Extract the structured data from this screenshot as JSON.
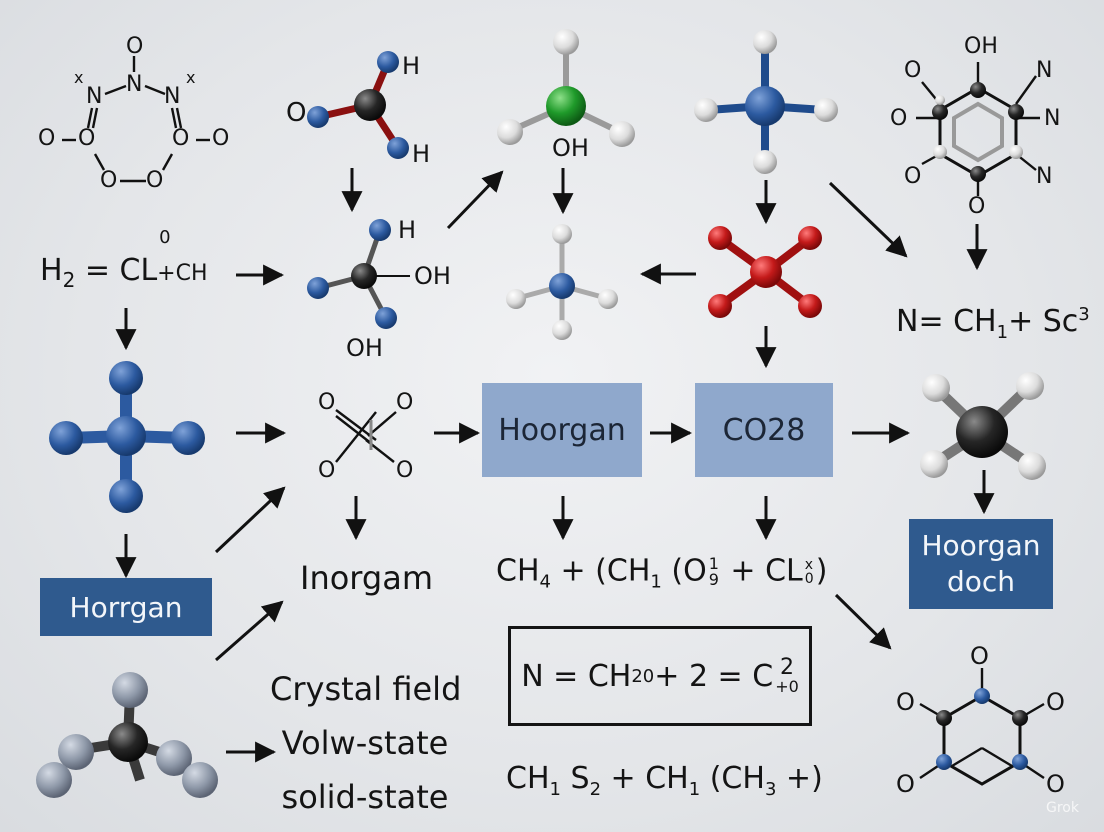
{
  "equations": {
    "h2_cl": {
      "main": "H",
      "sub": "2",
      "rest": " = CL",
      "sup": "0",
      "tail_sub": "+CH"
    },
    "n_ch_sc": {
      "main": "N= CH",
      "sub": "1",
      "rest": "+ Sc",
      "sup": "3"
    },
    "ch4_mix": {
      "a": "CH",
      "a_sub": "4",
      "b": " + (CH",
      "b_sub": "1",
      "c": " (O",
      "c_sup": "1",
      "c_sub": "9",
      "d": " + CL",
      "d_sup": "x",
      "d_sub": "0",
      "e": ")"
    },
    "boxed": {
      "a": "N = CH",
      "a_sub": "20",
      "b": " + 2 = C",
      "b_sup": "2",
      "b_sub": "+0"
    },
    "bottom": {
      "a": "CH",
      "a_sub": "1",
      "b": "  S",
      "b_sub": "2",
      "c": " + CH",
      "c_sub": "1",
      "d": " (CH",
      "d_sub": "3",
      "e": " +)"
    }
  },
  "boxes": {
    "hoorgan_center": "Hoorgan",
    "co28": "CO28",
    "horrgan": "Horrgan",
    "hoorgan_doch": [
      "Hoorgan",
      "doch"
    ]
  },
  "labels": {
    "inorgam": "Inorgam",
    "crystal": [
      "Crystal field",
      "Volw-state",
      "solid-state"
    ]
  },
  "atoms": {
    "ring_top_left": {
      "o_top": "O",
      "n_left": "N",
      "n_mid": "N",
      "n_right": "N",
      "o1": "O",
      "o2": "O",
      "o3": "O",
      "o4": "O",
      "o5": "O",
      "o6": "O",
      "x_left": "x",
      "x_right": "x"
    },
    "methanol_top": {
      "o": "O",
      "h1": "H",
      "h2": "H"
    },
    "branch_mid": {
      "h": "H",
      "oh1": "OH",
      "oh2": "OH"
    },
    "green_center": {
      "oh": "OH"
    },
    "oxalate": {
      "o1": "O",
      "o2": "O",
      "o3": "O",
      "o4": "O"
    },
    "hex_right": {
      "oh": "OH",
      "n1": "N",
      "n2": "N",
      "n3": "N",
      "o1": "O",
      "o2": "O",
      "o3": "O",
      "o4": "O"
    },
    "bottom_ring": {
      "o_top": "O",
      "o_left": "O",
      "o_right": "O",
      "o_bl": "O",
      "o_br": "O"
    }
  },
  "watermark": "Grok",
  "colors": {
    "light_box": "#8fa8cc",
    "dark_box": "#2f5a8e",
    "atom_blue": "#2c5aa0",
    "atom_black": "#262626",
    "atom_red": "#c41a1a",
    "atom_green": "#1f9a2a",
    "atom_white": "#e6e6e6",
    "atom_gray": "#8e98a8"
  },
  "icons": [
    "arrow-icon",
    "molecule-icon",
    "atom-icon",
    "bond-icon"
  ]
}
